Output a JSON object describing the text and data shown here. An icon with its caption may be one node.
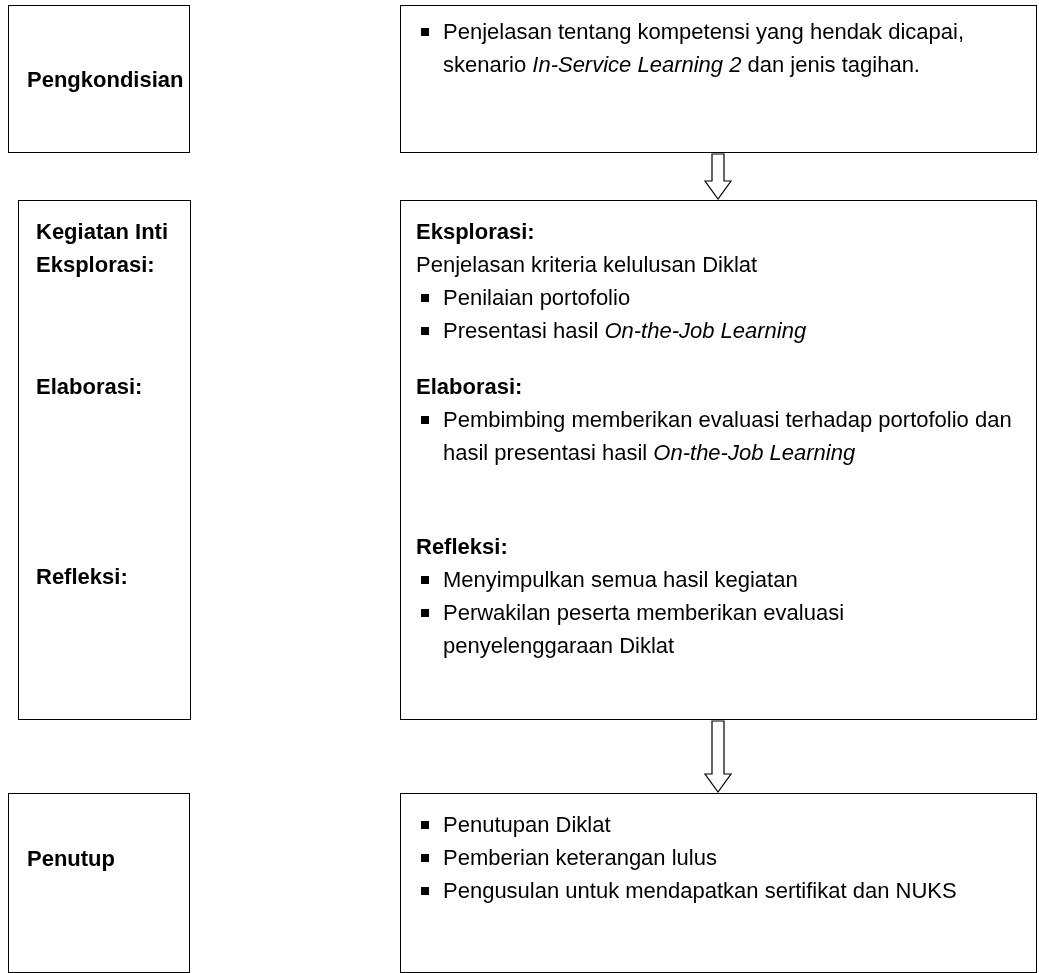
{
  "diagram": {
    "nodes": [
      {
        "text": [
          "Pengkondisian"
        ]
      },
      {
        "text": [
          "Penjelasan tentang kompetensi yang hendak dicapai, skenario *In-Service Learning 2* dan jenis tagihan."
        ]
      },
      {
        "text": [
          "Kegiatan Inti Eksplorasi:",
          "Elaborasi:",
          "Refleksi:"
        ]
      },
      {
        "text": [
          "Eksplorasi:",
          "Penjelasan kriteria kelulusan Diklat",
          "Penilaian portofolio",
          "Presentasi hasil *On-the-Job Learning*",
          "Elaborasi:",
          "Pembimbing memberikan evaluasi terhadap portofolio dan hasil presentasi hasil *On-the-Job Learning*",
          "Refleksi:",
          "Menyimpulkan semua hasil kegiatan",
          "Perwakilan peserta memberikan evaluasi penyelenggaraan Diklat"
        ]
      },
      {
        "text": [
          "Penutup"
        ]
      },
      {
        "text": [
          "Penutupan Diklat",
          "Pemberian keterangan lulus",
          "Pengusulan untuk mendapatkan sertifikat dan NUKS"
        ]
      }
    ],
    "edges": [
      {
        "from": 1,
        "to": 3,
        "arrow": "to"
      },
      {
        "from": 3,
        "to": 5,
        "arrow": "to"
      }
    ]
  }
}
